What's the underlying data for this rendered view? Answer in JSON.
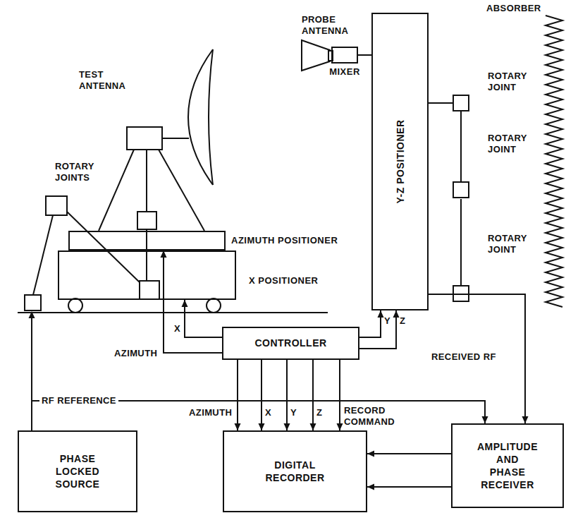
{
  "diagram": {
    "nodes": [
      {
        "text": [
          "Y-Z POSITIONER"
        ]
      },
      {
        "text": [
          "MIXER"
        ]
      },
      {
        "text": [
          "AZIMUTH POSITIONER"
        ]
      },
      {
        "text": [
          "X POSITIONER"
        ]
      },
      {
        "text": [
          "CONTROLLER"
        ]
      },
      {
        "text": [
          "PHASE LOCKED SOURCE"
        ]
      },
      {
        "text": [
          "DIGITAL RECORDER"
        ]
      },
      {
        "text": [
          "AMPLITUDE AND PHASE RECEIVER"
        ]
      }
    ],
    "edges": [
      {
        "from": 1,
        "to": 0,
        "arrow": "none"
      },
      {
        "from": 4,
        "to": 3,
        "label": "X",
        "arrow": "to"
      },
      {
        "from": 4,
        "to": 2,
        "label": "AZIMUTH",
        "arrow": "to"
      },
      {
        "from": 4,
        "to": 0,
        "label": "Y",
        "arrow": "to"
      },
      {
        "from": 4,
        "to": 0,
        "label": "Z",
        "arrow": "to"
      },
      {
        "from": 4,
        "to": 6,
        "label": "AZIMUTH",
        "arrow": "to"
      },
      {
        "from": 4,
        "to": 6,
        "label": "X",
        "arrow": "to"
      },
      {
        "from": 4,
        "to": 6,
        "label": "Y",
        "arrow": "to"
      },
      {
        "from": 4,
        "to": 6,
        "label": "Z",
        "arrow": "to"
      },
      {
        "from": 4,
        "to": 6,
        "label": "RECORD COMMAND",
        "arrow": "to"
      },
      {
        "from": 5,
        "to": 7,
        "label": "RF REFERENCE",
        "arrow": "to"
      },
      {
        "from": 0,
        "to": 7,
        "label": "RECEIVED RF",
        "arrow": "to"
      },
      {
        "from": 7,
        "to": 6,
        "arrow": "to"
      },
      {
        "from": 7,
        "to": 6,
        "arrow": "to"
      }
    ],
    "labels": [
      "ABSORBER",
      "PROBE ANTENNA",
      "TEST ANTENNA",
      "ROTARY JOINT",
      "ROTARY JOINT",
      "ROTARY JOINTS",
      "ROTARY JOINT"
    ]
  }
}
